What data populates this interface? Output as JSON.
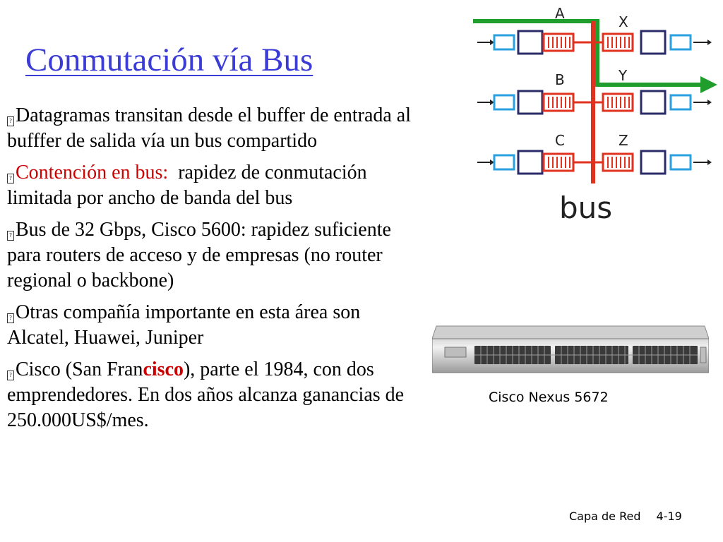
{
  "slide": {
    "title": "Conmutación vía Bus",
    "bullets": [
      {
        "text": "Datagramas transitan desde el buffer de entrada al bufffer de salida vía un bus compartido"
      },
      {
        "lead": "Contención en bus:",
        "rest": "  rapidez de conmutación limitada por ancho de banda del bus"
      },
      {
        "text": "Bus de 32 Gbps, Cisco 5600: rapidez suficiente para routers de acceso y de empresas (no router regional o backbone)"
      },
      {
        "text": "Otras compañía importante en esta área son Alcatel, Huawei, Juniper"
      },
      {
        "pre": "Cisco (San Fran",
        "highlight": "cisco",
        "post": "), parte el 1984, con dos emprendedores. En dos años alcanza ganancias de 250.000US$/mes."
      }
    ],
    "bullet_glyph": "?"
  },
  "diagram": {
    "input_labels": [
      "A",
      "B",
      "C"
    ],
    "output_labels": [
      "X",
      "Y",
      "Z"
    ],
    "bus_label": "bus",
    "colors": {
      "bus": "#e0321e",
      "path": "#1f9e2e",
      "port_in": "#2aa0e0",
      "port_out": "#2aa0e0",
      "buffer": "#e0321e"
    }
  },
  "device": {
    "caption": "Cisco Nexus 5672"
  },
  "footer": {
    "section": "Capa de Red",
    "page": "4-19"
  }
}
